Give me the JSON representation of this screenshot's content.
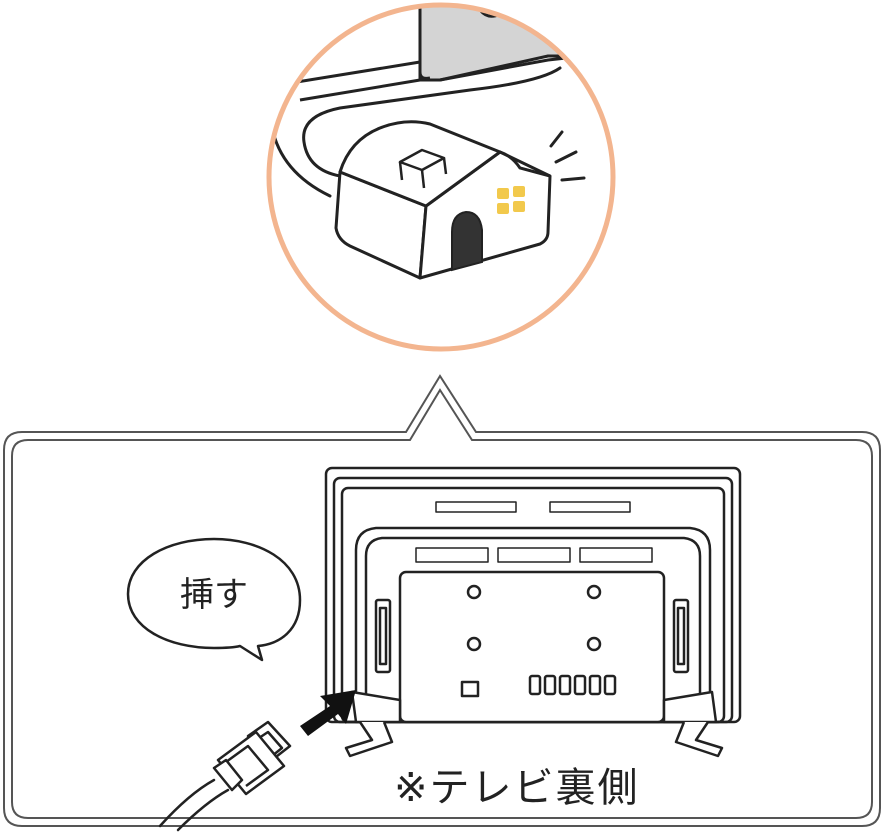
{
  "speech_bubble": {
    "text": "挿す"
  },
  "caption": {
    "text": "※テレビ裏側"
  },
  "colors": {
    "circle_border": "#f3b58f",
    "window_yellow": "#f2c94c",
    "door_dark": "#333333",
    "tv_screen_gray": "#d4d4d4",
    "line": "#222222"
  },
  "icons": {
    "device": "house-shaped-streaming-device",
    "connector": "hdmi-plug",
    "direction": "insert-arrow"
  }
}
